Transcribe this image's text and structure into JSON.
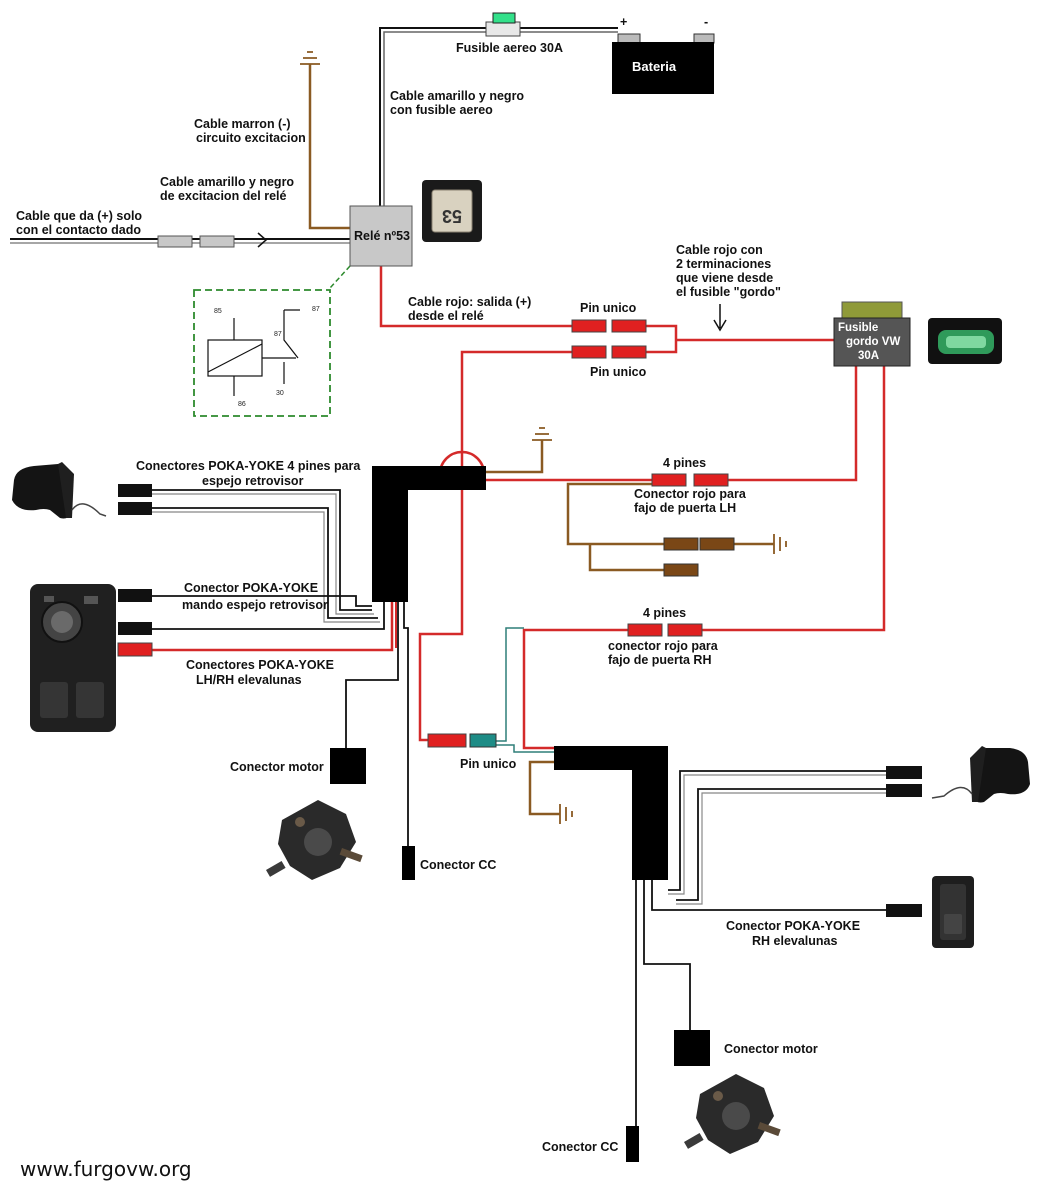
{
  "colors": {
    "red_wire": "#d42a2a",
    "brown_wire": "#8a5a22",
    "black_wire": "#111111",
    "teal_wire": "#2f7f78",
    "connector_red": "#e02020",
    "connector_brown": "#7a4716",
    "connector_teal": "#1e8c86",
    "relay_gray": "#c8c8c8",
    "fuse_green": "#33e08a",
    "fuse_olive": "#8f9a38",
    "dashed_green": "#2d8a2d"
  },
  "battery": {
    "label": "Bateria",
    "plus": "+",
    "minus": "-"
  },
  "fuse_aereo": {
    "label": "Fusible aereo 30A"
  },
  "yellow_black_aereo": {
    "line1": "Cable amarillo y negro",
    "line2": "con fusible aereo"
  },
  "brown_cable": {
    "line1": "Cable marron (-)",
    "line2": "circuito excitacion"
  },
  "excitacion_cable": {
    "line1": "Cable amarillo y negro",
    "line2": "de excitacion del relé"
  },
  "contacto_cable": {
    "line1": "Cable que da (+) solo",
    "line2": "con el contacto dado"
  },
  "relay": {
    "label": "Relé nº53",
    "photo_number": "53",
    "pins": {
      "p85": "85",
      "p86": "86",
      "p87": "87",
      "p87b": "87",
      "p30": "30"
    }
  },
  "red_output": {
    "line1": "Cable rojo: salida (+)",
    "line2": "desde el relé"
  },
  "pin_unico_top": "Pin unico",
  "pin_unico_bottom": "Pin unico",
  "red_two_terminals": {
    "line1": "Cable rojo con",
    "line2": "2 terminaciones",
    "line3": "que viene desde",
    "line4": "el fusible \"gordo\""
  },
  "fuse_gordo": {
    "line1": "Fusible",
    "line2": "gordo  VW",
    "line3": "30A"
  },
  "lh": {
    "poka_mirror": {
      "line1": "Conectores POKA-YOKE 4 pines para",
      "line2": "espejo retrovisor"
    },
    "poka_mando": {
      "line1": "Conector  POKA-YOKE",
      "line2": "mando espejo retrovisor"
    },
    "poka_elevalunas": {
      "line1": "Conectores POKA-YOKE",
      "line2": "LH/RH elevalunas"
    },
    "four_pins": "4 pines",
    "door_connector": {
      "line1": "Conector rojo para",
      "line2": "fajo de puerta LH"
    },
    "motor": "Conector motor",
    "cc": "Conector CC"
  },
  "pin_unico_middle": "Pin unico",
  "rh": {
    "four_pins": "4 pines",
    "door_connector": {
      "line1": "conector rojo para",
      "line2": "fajo de puerta RH"
    },
    "poka_elevalunas": {
      "line1": "Conector  POKA-YOKE",
      "line2": "RH elevalunas"
    },
    "motor": "Conector motor",
    "cc": "Conector CC"
  },
  "watermark": "www.furgovw.org"
}
